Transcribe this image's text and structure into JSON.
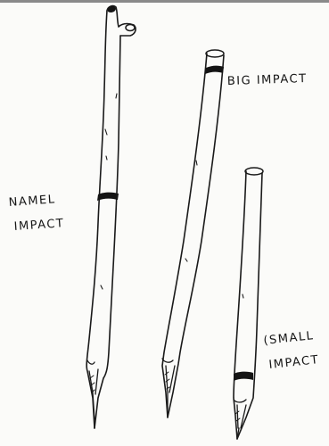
{
  "labels": {
    "first_stick": {
      "line1": "NAMEL",
      "line2": "IMPACT"
    },
    "second_stick": {
      "line1": "BIG IMPACT"
    },
    "third_stick": {
      "line1": "(SMALL",
      "line2": "IMPACT"
    }
  },
  "ink_color": "#1a1a1a",
  "paper_color": "#fbfbf9"
}
